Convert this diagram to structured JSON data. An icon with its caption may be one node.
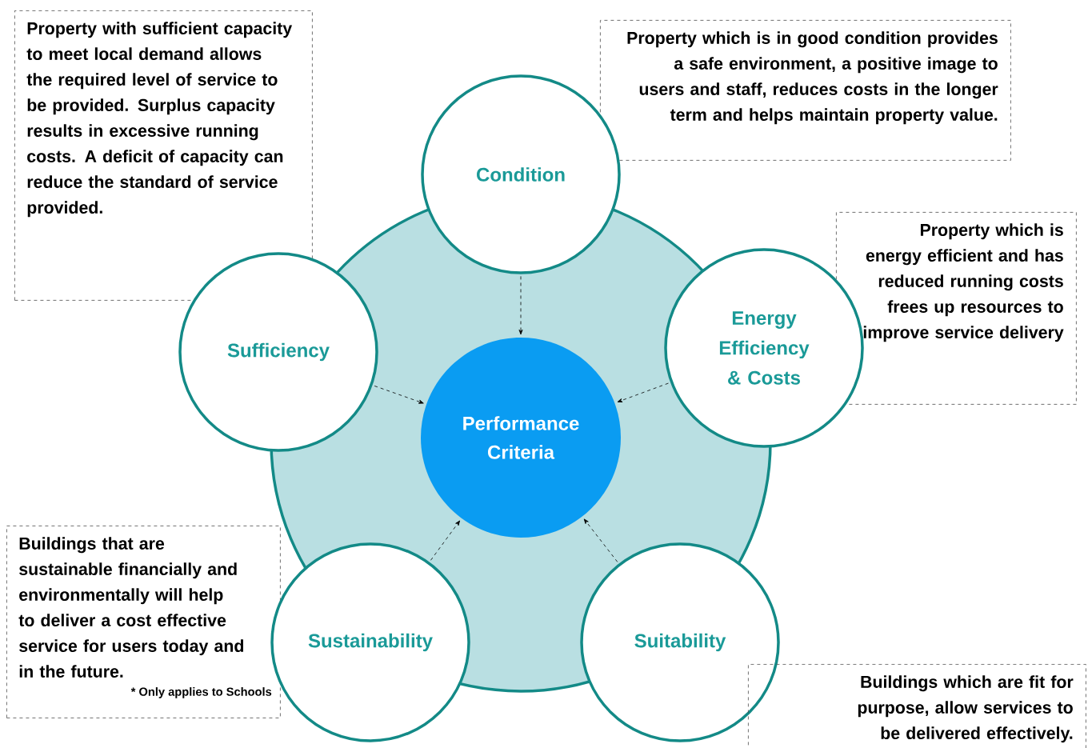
{
  "diagram": {
    "nodes": [
      {
        "text": [
          "Property with sufficient capacity to meet local demand allows the required level of service to be provided.  Surplus capacity results in excessive running costs. A deficit of capacity can reduce the standard of service provided."
        ]
      },
      {
        "text": [
          "Property which is in good condition provides a safe environment, a positive image to users and staff, reduces costs in the longer term and helps maintain property value."
        ]
      },
      {
        "text": [
          "Condition"
        ]
      },
      {
        "text": [
          "Property which is energy efficient and has reduced running costs frees up resources to improve service delivery"
        ]
      },
      {
        "text": [
          "Sufficiency"
        ]
      },
      {
        "text": [
          "Energy Efficiency & Costs"
        ]
      },
      {
        "text": [
          "Performance Criteria"
        ]
      },
      {
        "text": [
          "Buildings that are sustainable financially and environmentally will help to deliver a cost effective service for users today and in the future.",
          "* Only applies to Schools"
        ]
      },
      {
        "text": [
          "Sustainability"
        ]
      },
      {
        "text": [
          "Suitability"
        ]
      },
      {
        "text": [
          "Buildings which are fit for purpose, allow services to be delivered effectively."
        ]
      }
    ],
    "edges": [
      {
        "from": 2,
        "to": 6,
        "arrow": "to",
        "style": "dashed"
      },
      {
        "from": 5,
        "to": 6,
        "arrow": "to",
        "style": "dashed"
      },
      {
        "from": 9,
        "to": 6,
        "arrow": "to",
        "style": "dashed"
      },
      {
        "from": 8,
        "to": 6,
        "arrow": "to",
        "style": "dashed"
      },
      {
        "from": 4,
        "to": 6,
        "arrow": "to",
        "style": "dashed"
      }
    ]
  }
}
